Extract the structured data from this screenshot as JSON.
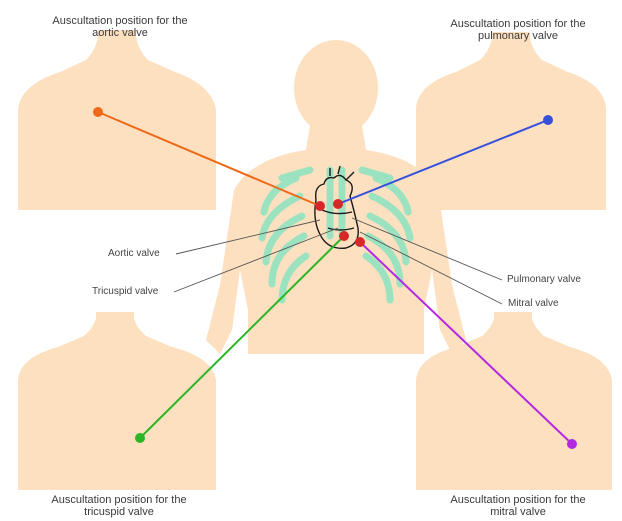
{
  "captions": {
    "aortic": "Auscultation position for the\naortic valve",
    "pulmonary": "Auscultation position for the\npulmonary valve",
    "tricuspid": "Auscultation position for the\ntricuspid valve",
    "mitral": "Auscultation position for the\nmitral valve"
  },
  "labels": {
    "aortic_valve": "Aortic valve",
    "tricuspid_valve": "Tricuspid valve",
    "pulmonary_valve": "Pulmonary valve",
    "mitral_valve": "Mitral valve"
  },
  "colors": {
    "skin": "#fde0c0",
    "ribcage": "#9be3c0",
    "valve_point": "#d62828",
    "aortic_line": "#ee6a1a",
    "pulmonary_line": "#3550dd",
    "tricuspid_line": "#2bb526",
    "mitral_line": "#b329e3",
    "leader_line": "#555555"
  }
}
